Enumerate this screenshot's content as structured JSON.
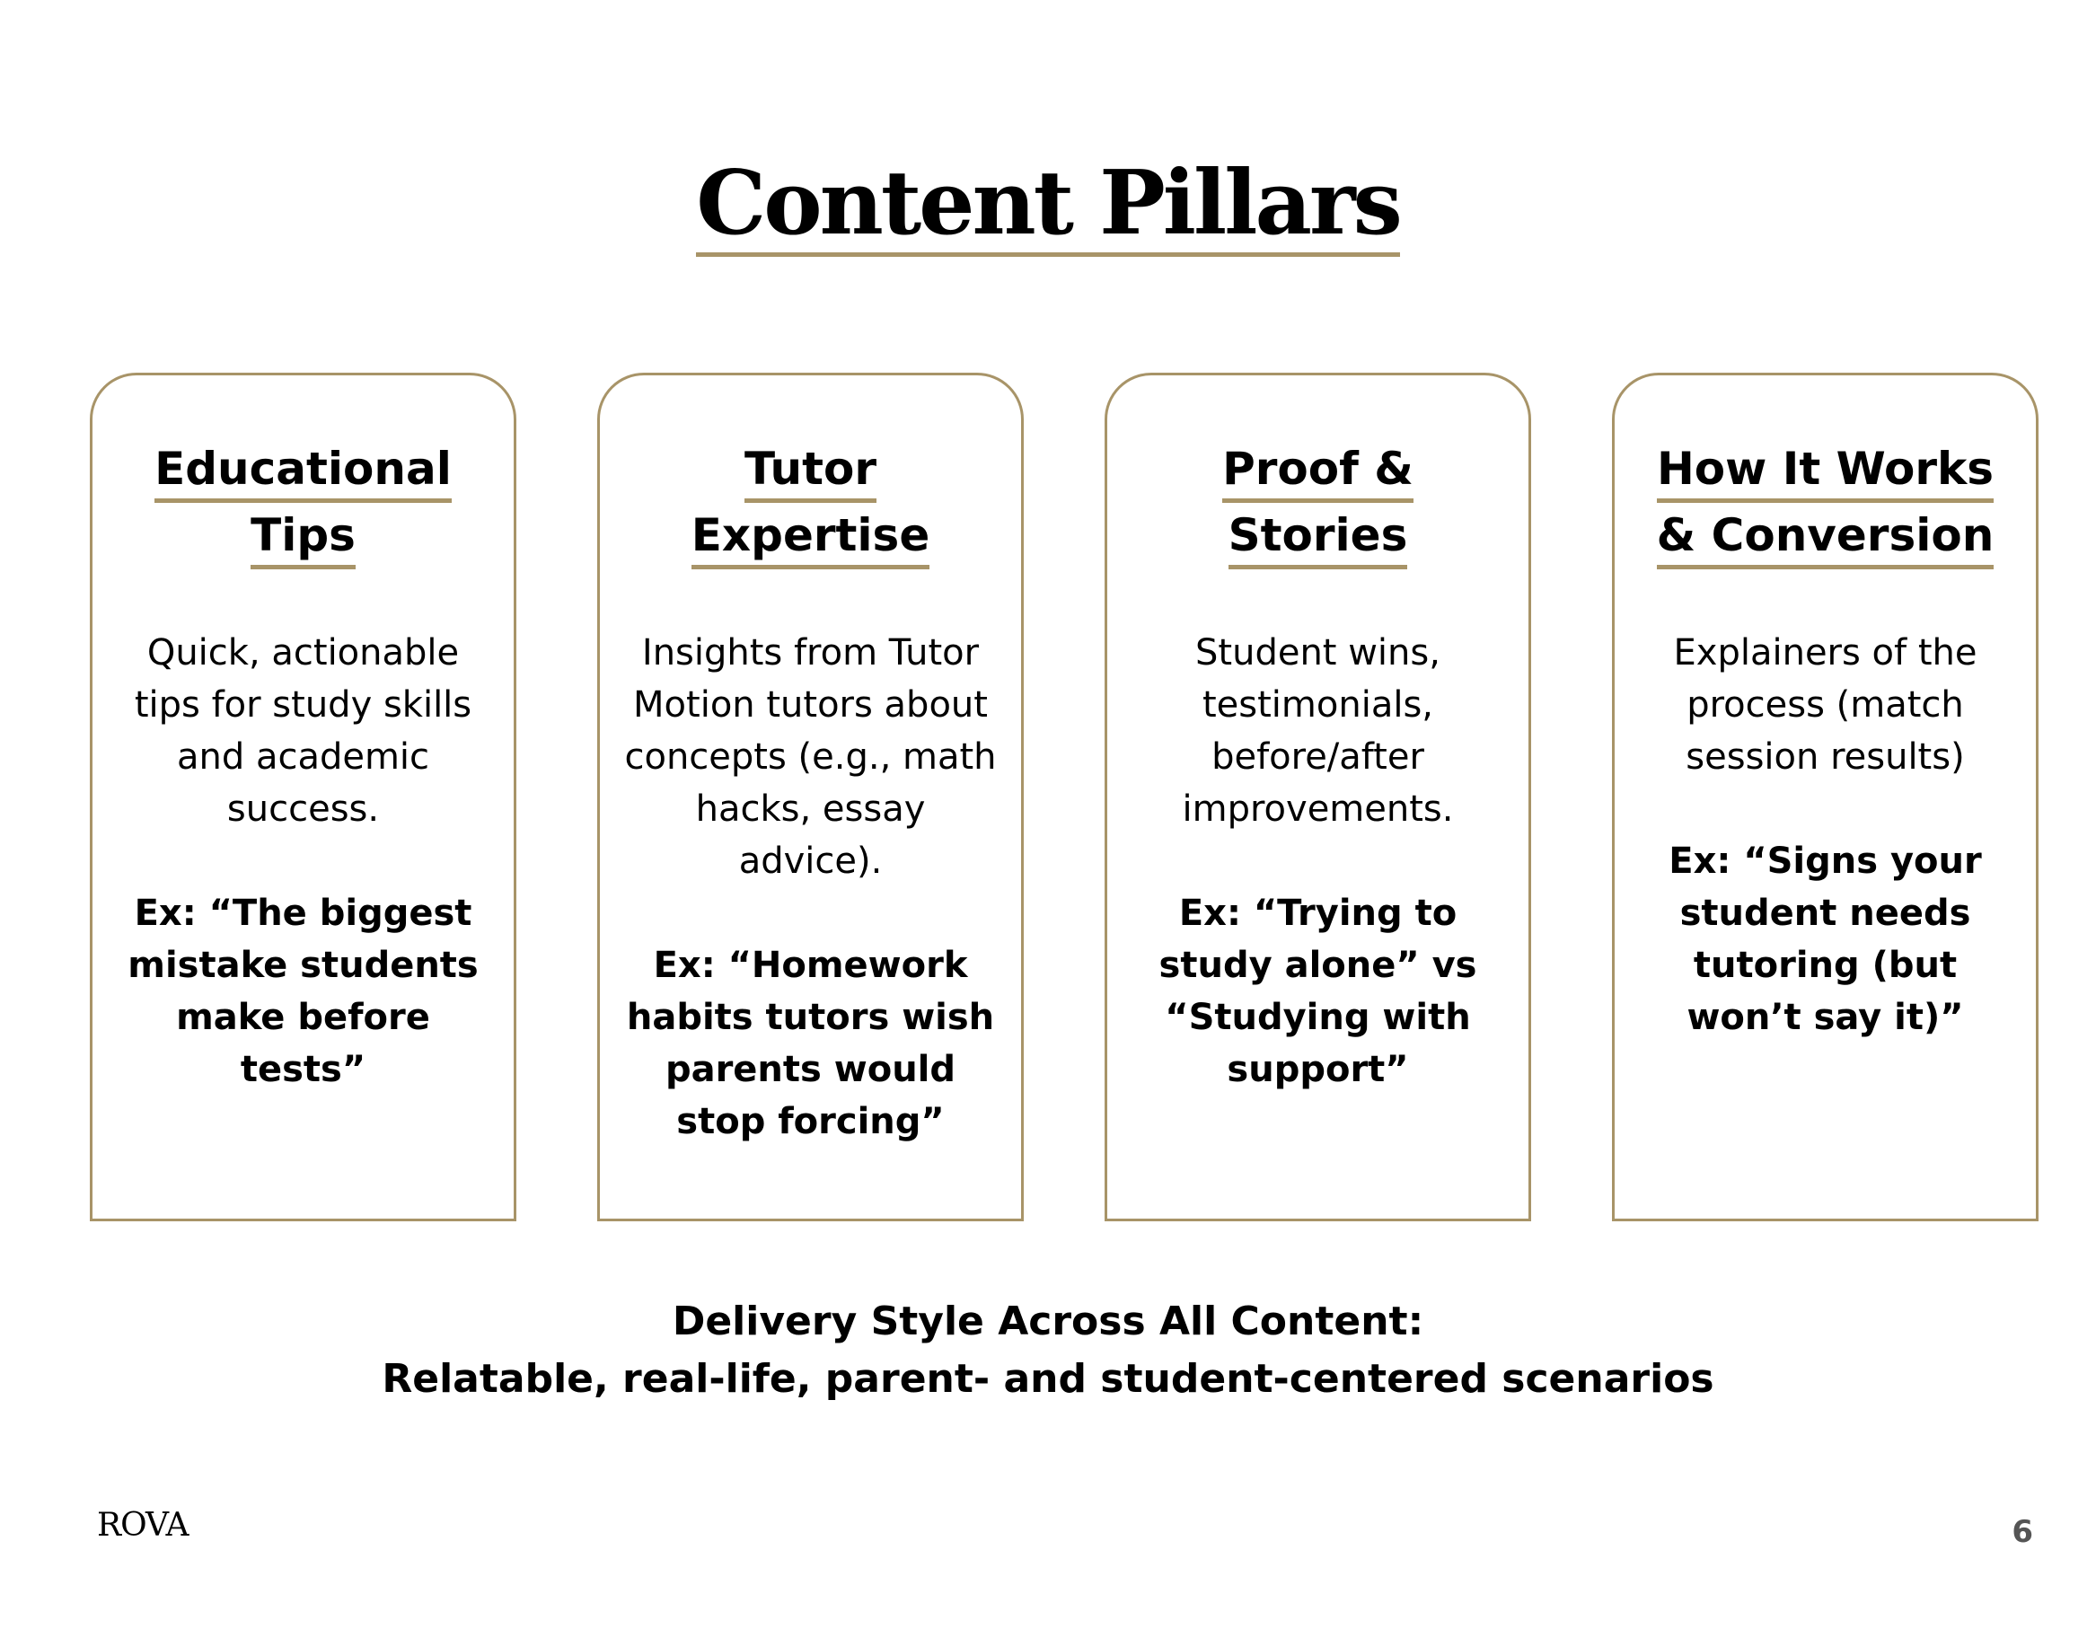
{
  "title": "Content Pillars",
  "cards": [
    {
      "heading_line1": "Educational",
      "heading_line2": "Tips",
      "description": "Quick, actionable tips for study skills and academic success.",
      "example": "Ex: “The biggest mistake students make before tests”"
    },
    {
      "heading_line1": "Tutor",
      "heading_line2": "Expertise",
      "description": "Insights from Tutor Motion tutors about concepts (e.g., math hacks, essay advice).",
      "example": "Ex: “Homework habits tutors wish parents would stop forcing”"
    },
    {
      "heading_line1": "Proof &",
      "heading_line2": "Stories",
      "description": "Student wins, testimonials, before/after improvements.",
      "example": "Ex: “Trying to study alone” vs “Studying with support”"
    },
    {
      "heading_line1": "How It Works",
      "heading_line2": "& Conversion",
      "description": "Explainers of the process (match session results)",
      "example": "Ex: “Signs your student needs tutoring (but won’t say it)”"
    }
  ],
  "footer": {
    "line1": "Delivery Style Across All Content:",
    "line2": "Relatable, real-life, parent- and student-centered scenarios"
  },
  "brand": "ROVA",
  "page_number": "6",
  "colors": {
    "accent": "#a89468",
    "text": "#000000",
    "background": "#ffffff"
  }
}
